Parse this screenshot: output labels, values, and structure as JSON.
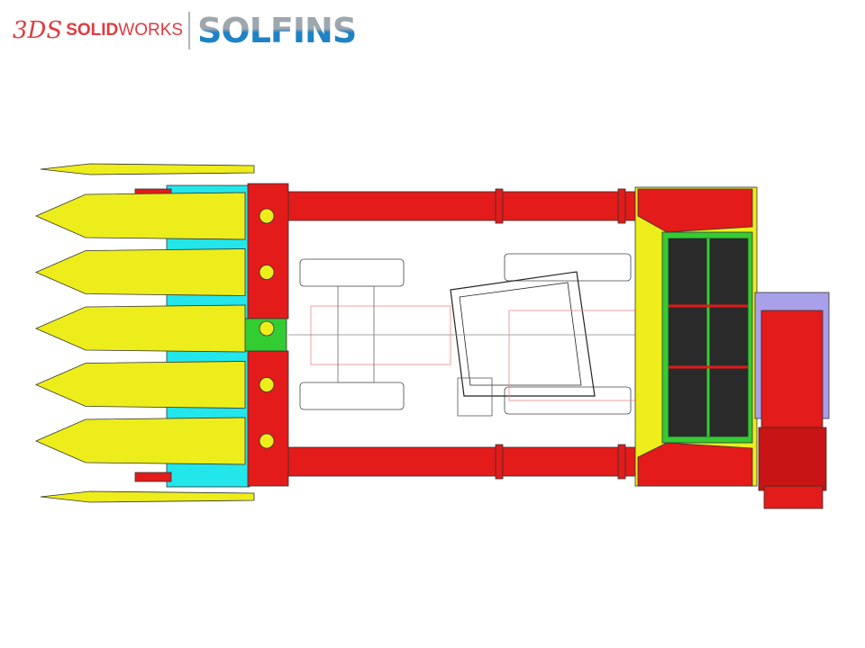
{
  "logos": {
    "solidworks_mark": "3DS",
    "solidworks_bold": "SOLID",
    "solidworks_light": "WORKS",
    "partner": "SOLFINS"
  },
  "colors": {
    "header_yellow": "#eded1c",
    "cyan": "#22e6ea",
    "red": "#e31b1b",
    "green": "#33cc33",
    "purple": "#a8a0e8",
    "dark_grid": "#2a2a2a",
    "solidworks_red": "#e03a3e",
    "solfins_blue": "#1e82c4",
    "solfins_gray": "#9ea7ae"
  },
  "drawing": {
    "subject": "harvester-top-view",
    "row_units": 6
  }
}
